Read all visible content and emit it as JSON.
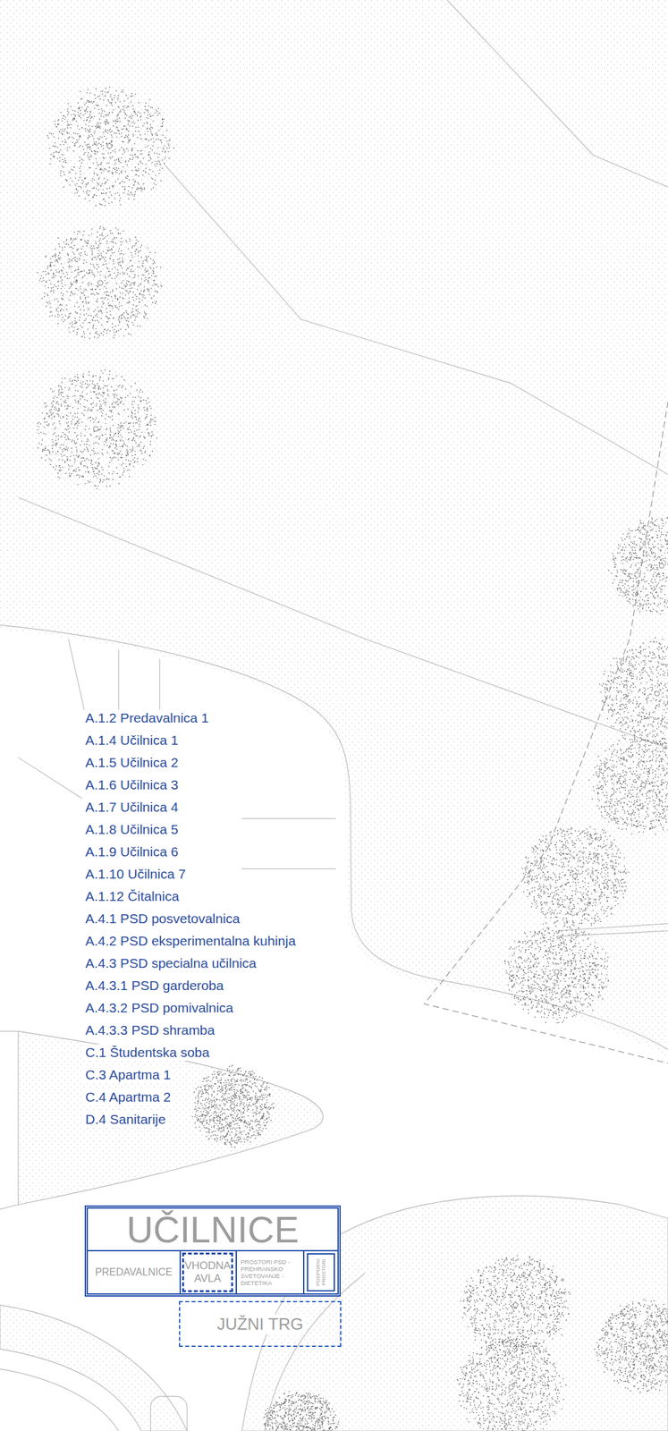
{
  "diagram": {
    "nodes": [
      {
        "text": [
          "UČILNICE"
        ]
      },
      {
        "text": [
          "PREDAVALNICE"
        ],
        "in": 0
      },
      {
        "text": [
          "VHODNA AVLA"
        ],
        "in": 0
      },
      {
        "text": [
          "PROSTORI PSD - PREHRANSKO SVETOVANJE -DIETETIKA"
        ],
        "in": 0
      },
      {
        "text": [
          "PODPORNI PROSTORI"
        ],
        "in": 0
      },
      {
        "text": [
          "JUŽNI TRG"
        ]
      }
    ],
    "labels": [
      "A.1.2 Predavalnica 1",
      "A.1.4 Učilnica 1",
      "A.1.5 Učilnica 2",
      "A.1.6 Učilnica 3",
      "A.1.7 Učilnica 4",
      "A.1.8 Učilnica 5",
      "A.1.9 Učilnica 6",
      "A.1.10 Učilnica 7",
      "A.1.12 Čitalnica",
      "A.4.1 PSD posvetovalnica",
      "A.4.2 PSD eksperimentalna kuhinja",
      "A.4.3 PSD specialna učilnica",
      "A.4.3.1 PSD garderoba",
      "A.4.3.2 PSD pomivalnica",
      "A.4.3.3 PSD shramba",
      "C.1 Študentska soba",
      "C.3 Apartma 1",
      "C.4 Apartma 2",
      "D.4 Sanitarije"
    ]
  }
}
